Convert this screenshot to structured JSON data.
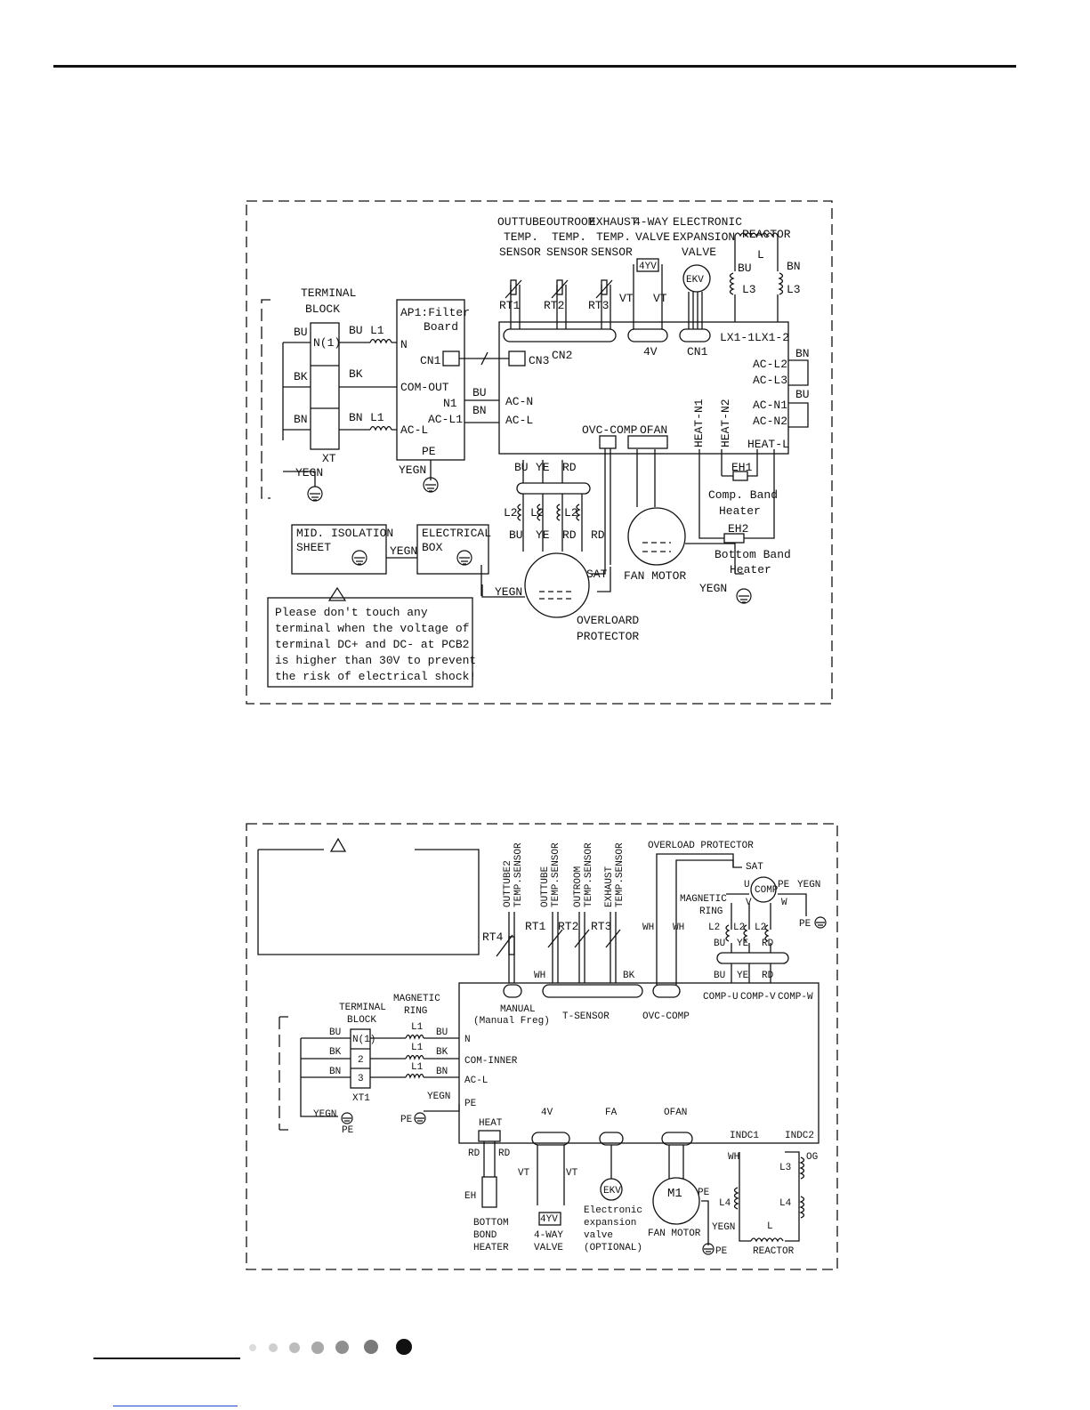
{
  "diagram1": {
    "sensors": [
      {
        "lines": [
          "OUTTUBE",
          "TEMP.",
          "SENSOR"
        ],
        "ref": "RT1"
      },
      {
        "lines": [
          "OUTROOM",
          "TEMP.",
          "SENSOR"
        ],
        "ref": "RT2"
      },
      {
        "lines": [
          "EXHAUST",
          "TEMP.",
          "SENSOR"
        ],
        "ref": "RT3"
      }
    ],
    "fourway": {
      "lines": [
        "4-WAY",
        "VALVE"
      ],
      "coil": "4YV",
      "vt": "VT",
      "conn": "4V"
    },
    "ekv": {
      "lines": [
        "ELECTRONIC",
        "EXPANSION",
        "VALVE"
      ],
      "symbol": "EKV",
      "conn": "CN1"
    },
    "reactor": {
      "title": "REACTOR",
      "l": "L",
      "l3": "L3",
      "bu": "BU",
      "bn": "BN",
      "lx1": "LX1-1",
      "lx2": "LX1-2"
    },
    "terminal_block": {
      "title": [
        "TERMINAL",
        "BLOCK"
      ],
      "n": "N(1)",
      "xt": "XT"
    },
    "filter": {
      "title": [
        "AP1:Filter",
        "Board"
      ],
      "n": "N",
      "cn1": "CN1",
      "com_out": "COM-OUT",
      "n1": "N1",
      "acl1": "AC-L1",
      "acl": "AC-L",
      "pe": "PE"
    },
    "wires": {
      "bu": "BU",
      "bk": "BK",
      "bn": "BN",
      "yegn": "YEGN",
      "l1": "L1",
      "ye": "YE",
      "rd": "RD",
      "l2": "L2",
      "vt": "VT"
    },
    "main_board": {
      "cn2": "CN2",
      "cn3": "CN3",
      "acn": "AC-N",
      "acl": "AC-L",
      "acl2": "AC-L2",
      "acl3": "AC-L3",
      "acn1": "AC-N1",
      "acn2": "AC-N2",
      "ovc": "OVC-COMP",
      "ofan": "OFAN",
      "heatn1": "HEAT-N1",
      "heatn2": "HEAT-N2",
      "heatl": "HEAT-L"
    },
    "heaters": {
      "eh1": "EH1",
      "eh1_label": [
        "Comp. Band",
        "Heater"
      ],
      "eh2": "EH2",
      "eh2_label": [
        "Bottom Band",
        "Heater"
      ]
    },
    "fan_motor": "FAN MOTOR",
    "sat": "SAT",
    "overload": [
      "OVERLOARD",
      "PROTECTOR"
    ],
    "mid_isolation": [
      "MID. ISOLATION",
      "SHEET"
    ],
    "electrical_box": [
      "ELECTRICAL",
      "BOX"
    ],
    "warning": [
      "Please don't touch any",
      "terminal when the voltage of",
      "terminal DC+ and DC- at PCB2",
      "is higher than 30V to prevent",
      "the risk of electrical shock!"
    ]
  },
  "diagram2": {
    "sensors": [
      {
        "lines": [
          "OUTTUBE2",
          "TEMP.SENSOR"
        ],
        "ref": "RT4"
      },
      {
        "lines": [
          "OUTTUBE",
          "TEMP.SENSOR"
        ],
        "ref": "RT1"
      },
      {
        "lines": [
          "OUTROOM",
          "TEMP.SENSOR"
        ],
        "ref": "RT2"
      },
      {
        "lines": [
          "EXHAUST",
          "TEMP.SENSOR"
        ],
        "ref": "RT3"
      }
    ],
    "overload": "OVERLOAD  PROTECTOR",
    "sat": "SAT",
    "comp": {
      "symbol": "COMP",
      "u": "U",
      "v": "V",
      "w": "W",
      "pe": "PE",
      "yegn": "YEGN"
    },
    "magnetic_ring": [
      "MAGNETIC",
      "RING"
    ],
    "wires": {
      "wh": "WH",
      "bk": "BK",
      "bu": "BU",
      "ye": "YE",
      "rd": "RD",
      "bn": "BN",
      "l1": "L1",
      "l2": "L2",
      "l3": "L3",
      "l4": "L4",
      "l": "L",
      "og": "OG",
      "vt": "VT",
      "yegn": "YEGN",
      "pe": "PE"
    },
    "board": {
      "manual": "MANUAL",
      "manual_sub": "(Manual Freg)",
      "tsensor": "T-SENSOR",
      "ovc": "OVC-COMP",
      "compu": "COMP-U",
      "compv": "COMP-V",
      "compw": "COMP-W",
      "n": "N",
      "com_inner": "COM-INNER",
      "acl": "AC-L",
      "pe": "PE",
      "heat": "HEAT",
      "fourv": "4V",
      "fa": "FA",
      "ofan": "OFAN",
      "indc1": "INDC1",
      "indc2": "INDC2"
    },
    "terminal_block": {
      "title": [
        "TERMINAL",
        "BLOCK"
      ],
      "n": "N(1)",
      "t2": "2",
      "t3": "3",
      "xt": "XT1"
    },
    "heater": {
      "eh": "EH",
      "label": [
        "BOTTOM",
        "BOND",
        "HEATER"
      ]
    },
    "fourway": {
      "coil": "4YV",
      "label": [
        "4-WAY",
        "VALVE"
      ]
    },
    "ekv": {
      "symbol": "EKV",
      "label": [
        "Electronic",
        "expansion",
        "valve",
        "(OPTIONAL)"
      ]
    },
    "fan_motor": {
      "symbol": "M1",
      "label": "FAN MOTOR"
    },
    "reactor": "REACTOR"
  }
}
